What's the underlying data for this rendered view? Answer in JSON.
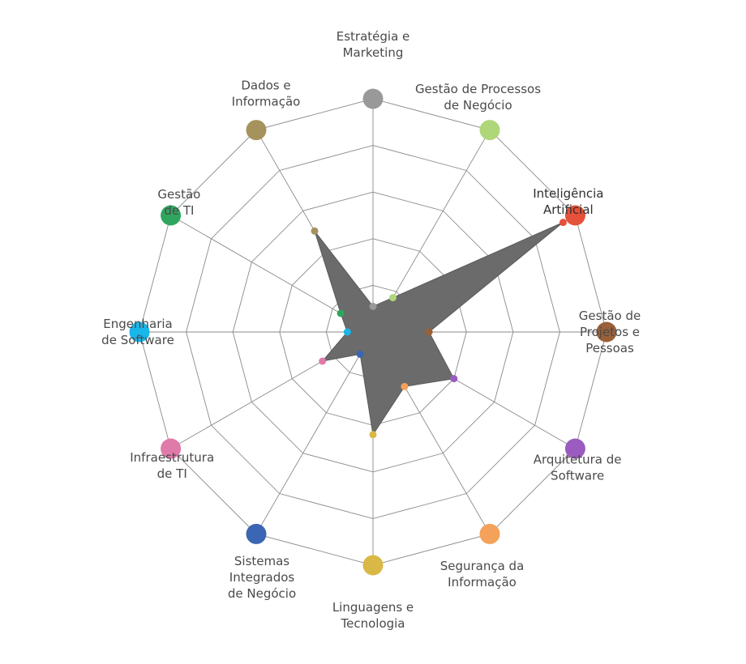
{
  "chart_data": {
    "type": "radar",
    "max": 5,
    "grid_levels": 5,
    "grid": true,
    "area_color": "#6b6b6b",
    "axes": [
      {
        "name": "Estratégia e Marketing",
        "label_lines": [
          "Estratégia e",
          "Marketing"
        ],
        "value": 0.55,
        "color": "#999999"
      },
      {
        "name": "Gestão de Processos de Negócio",
        "label_lines": [
          "Gestão de Processos",
          "de Negócio"
        ],
        "value": 0.85,
        "color": "#b0d67a"
      },
      {
        "name": "Inteligência Artificial",
        "label_lines": [
          "Inteligência",
          "Artificial"
        ],
        "value": 4.7,
        "color": "#e5513a",
        "highlighted": true
      },
      {
        "name": "Gestão de Projetos e Pessoas",
        "label_lines": [
          "Gestão de",
          "Projetos e",
          "Pessoas"
        ],
        "value": 1.2,
        "color": "#9a6038"
      },
      {
        "name": "Arquitetura de Software",
        "label_lines": [
          "Arquitetura de",
          "Software"
        ],
        "value": 2.0,
        "color": "#9a5cc0"
      },
      {
        "name": "Segurança da Informação",
        "label_lines": [
          "Segurança da",
          "Informação"
        ],
        "value": 1.35,
        "color": "#f4a15a"
      },
      {
        "name": "Linguagens e Tecnologia",
        "label_lines": [
          "Linguagens e",
          "Tecnologia"
        ],
        "value": 2.2,
        "color": "#d9b846"
      },
      {
        "name": "Sistemas Integrados de Negócio",
        "label_lines": [
          "Sistemas",
          "Integrados",
          "de Negócio"
        ],
        "value": 0.55,
        "color": "#3a66b3"
      },
      {
        "name": "Infraestrutura de TI",
        "label_lines": [
          "Infraestrutura",
          "de TI"
        ],
        "value": 1.25,
        "color": "#e07aa8"
      },
      {
        "name": "Engenharia de Software",
        "label_lines": [
          "Engenharia",
          "de Software"
        ],
        "value": 0.55,
        "color": "#19b6ea"
      },
      {
        "name": "Gestão de TI",
        "label_lines": [
          "Gestão",
          "de TI"
        ],
        "value": 0.8,
        "color": "#2fa65e"
      },
      {
        "name": "Dados e Informação",
        "label_lines": [
          "Dados e",
          "Informação"
        ],
        "value": 2.5,
        "color": "#a5925c"
      }
    ]
  }
}
